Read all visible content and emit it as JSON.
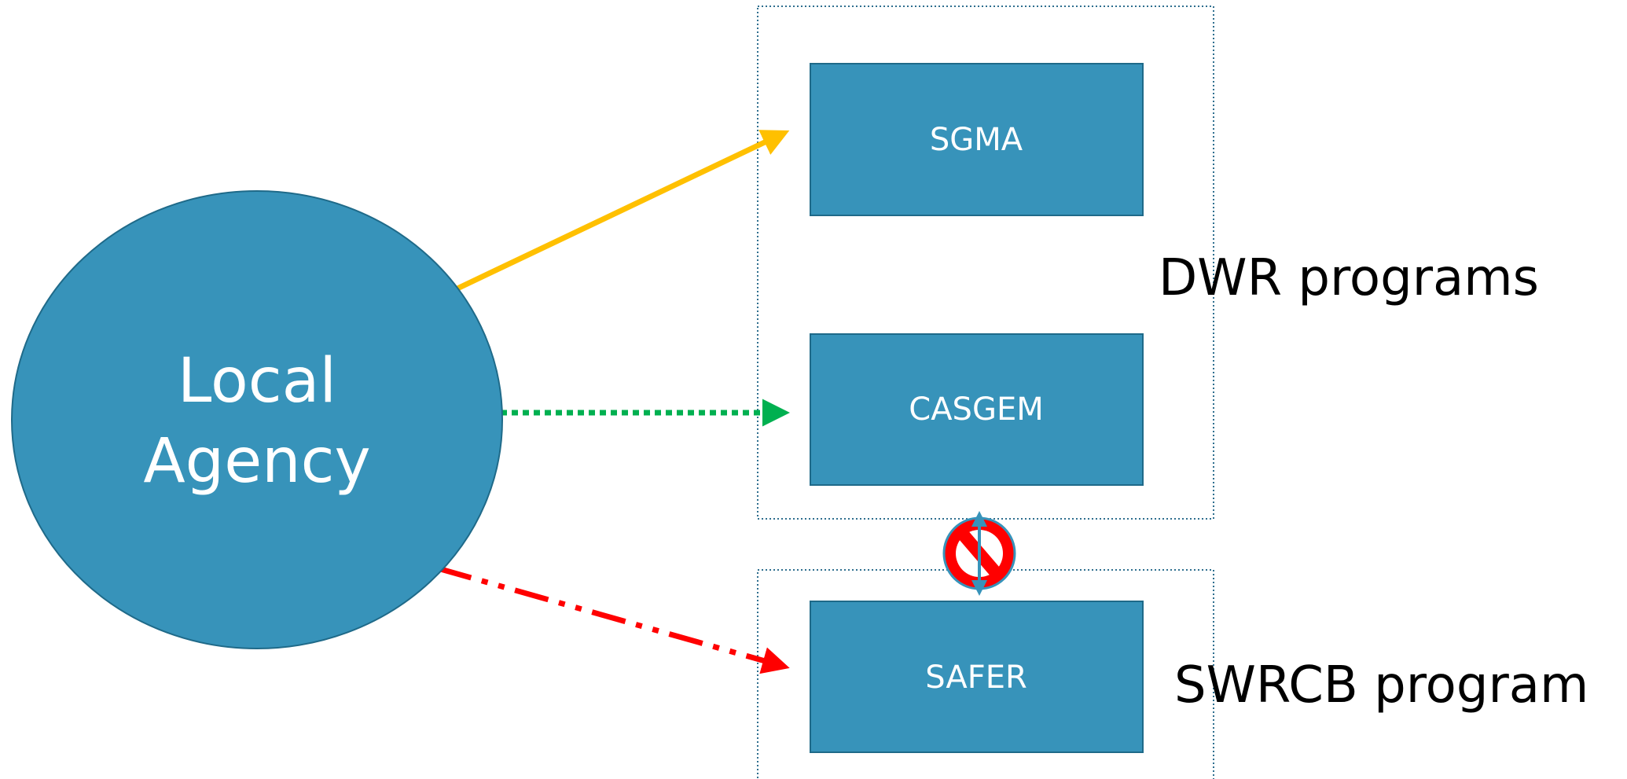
{
  "diagram": {
    "source_node": {
      "line1": "Local",
      "line2": "Agency"
    },
    "programs": {
      "sgma": "SGMA",
      "casgem": "CASGEM",
      "safer": "SAFER"
    },
    "groups": {
      "dwr_label": "DWR programs",
      "swrcb_label": "SWRCB program"
    },
    "icons": {
      "blocked": "no-entry-icon"
    }
  },
  "colors": {
    "node_fill": "#3793BA",
    "node_stroke": "#1F6A89",
    "arrow_sgma": "#FFC000",
    "arrow_casgem": "#00B050",
    "arrow_safer": "#FF0000",
    "group_border": "#2F6F8F",
    "no_entry": "#FF0000"
  }
}
